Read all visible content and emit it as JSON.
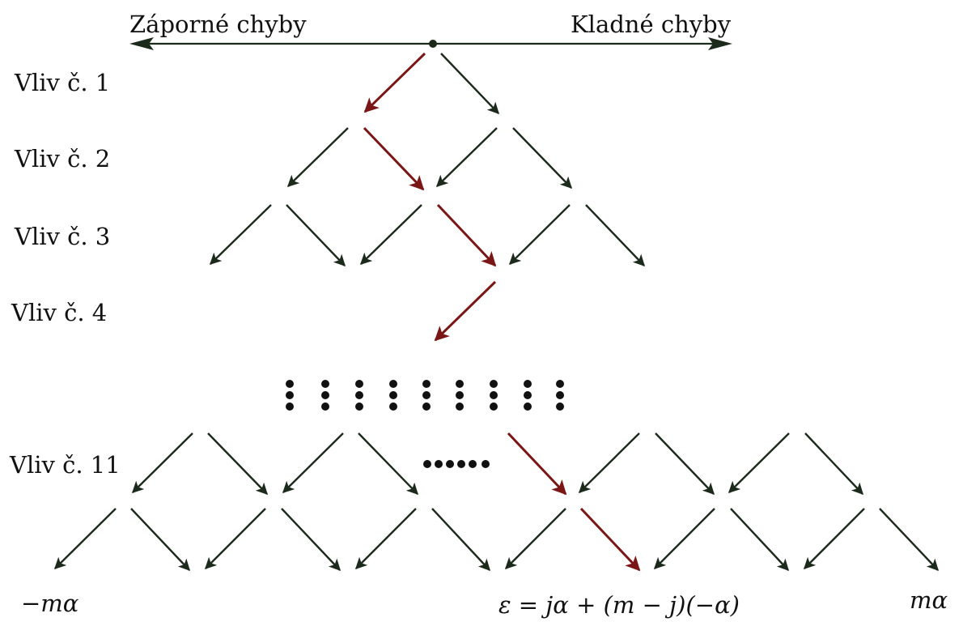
{
  "header": {
    "negative_label": "Záporné chyby",
    "positive_label": "Kladné chyby"
  },
  "levels": [
    {
      "label": "Vliv č. 1"
    },
    {
      "label": "Vliv č. 2"
    },
    {
      "label": "Vliv č. 3"
    },
    {
      "label": "Vliv č. 4"
    },
    {
      "label": "Vliv č. 11"
    }
  ],
  "bottom": {
    "left_label": "−mα",
    "center_label": "ε = jα + (m − j)(−α)",
    "right_label": "mα"
  },
  "colors": {
    "ink": "#1c2a1c",
    "highlight": "#7a1616",
    "text": "#111111"
  }
}
